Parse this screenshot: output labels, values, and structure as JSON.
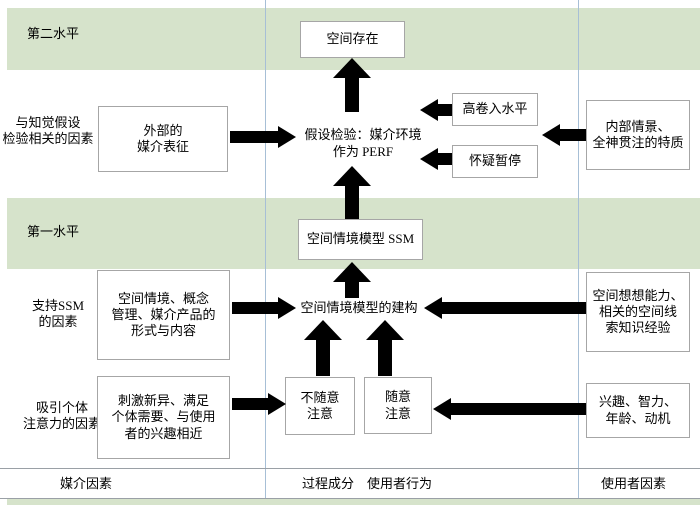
{
  "bands": {
    "level2_label": "第二水平",
    "level1_label": "第一水平"
  },
  "side_labels": {
    "perception_factors": "与知觉假设\n检验相关的因素",
    "ssm_support": "支持SSM\n的因素",
    "attention_attract": "吸引个体\n注意力的因素"
  },
  "boxes": {
    "spatial_presence": "空间存在",
    "external_representation": "外部的\n媒介表征",
    "high_involvement": "高卷入水平",
    "suspension_of_disbelief": "怀疑暂停",
    "internal_context": "内部情景、\n全神贯注的特质",
    "ssm": "空间情境模型 SSM",
    "spatial_situation_content": "空间情境、概念\n管理、媒介产品的\n形式与内容",
    "spatial_imagination": "空间想想能力、\n相关的空间线\n索知识经验",
    "stimulus_novelty": "刺激新异、满足\n个体需要、与使用\n者的兴趣相近",
    "involuntary_attention": "不随意\n注意",
    "voluntary_attention": "随意\n注意",
    "interest_intelligence": "兴趣、智力、\n年龄、动机"
  },
  "free_texts": {
    "hypothesis_testing": "假设检验：媒介环境\n作为 PERF",
    "ssm_construction": "空间情境模型的建构"
  },
  "footer": {
    "media_factors": "媒介因素",
    "process_components": "过程成分",
    "user_behavior": "使用者行为",
    "user_factors": "使用者因素"
  },
  "colors": {
    "band_green": "#d6e3cb",
    "divider_blue": "#a7bfd6",
    "line_gray": "#9aa0a6",
    "box_border": "#a6a6a6",
    "arrow": "#000000"
  }
}
